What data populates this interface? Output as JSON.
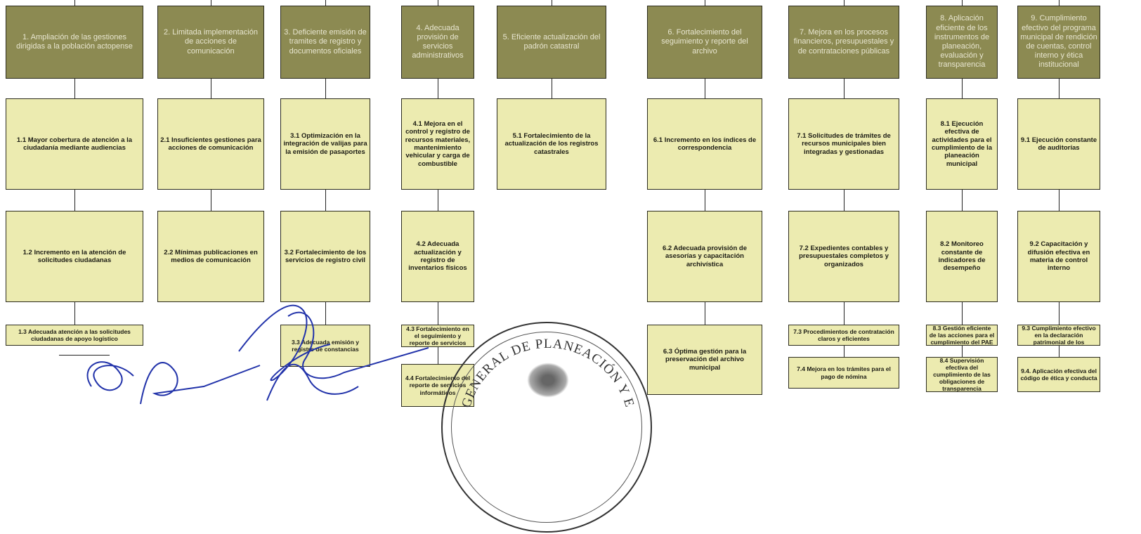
{
  "columns": [
    {
      "id": "c1",
      "title": "1. Ampliación de las gestiones dirigidas a la población actopense",
      "items": [
        "1.1 Mayor cobertura de atención a la ciudadanía mediante audiencias",
        "1.2 Incremento en la atención de solicitudes ciudadanas",
        "1.3 Adecuada atención a las solicitudes ciudadanas de apoyo logístico"
      ]
    },
    {
      "id": "c2",
      "title": "2. Limitada implementación de acciones de comunicación",
      "items": [
        "2.1 Insuficientes gestiones para acciones de comunicación",
        "2.2 Mínimas publicaciones en medios de comunicación"
      ]
    },
    {
      "id": "c3",
      "title": "3. Deficiente emisión de tramites de registro y documentos oficiales",
      "items": [
        "3.1 Optimización en la integración de valijas para la emisión de pasaportes",
        "3.2 Fortalecimiento de los servicios de registro civil",
        "3.3 Adecuada emisión y registro de constancias"
      ]
    },
    {
      "id": "c4",
      "title": "4. Adecuada provisión de servicios administrativos",
      "items": [
        "4.1 Mejora en el control y registro de recursos materiales, mantenimiento vehicular y carga de combustible",
        "4.2 Adecuada actualización y registro de inventarios físicos",
        "4.3 Fortalecimiento en el seguimiento y reporte de servicios",
        "4.4 Fortalecimiento del reporte de servicios informáticos"
      ]
    },
    {
      "id": "c5",
      "title": "5. Eficiente actualización del padrón catastral",
      "items": [
        "5.1 Fortalecimiento de la actualización de los registros catastrales"
      ]
    },
    {
      "id": "c6",
      "title": "6. Fortalecimiento del seguimiento y reporte del archivo",
      "items": [
        "6.1 Incremento en los índices de correspondencia",
        "6.2 Adecuada provisión de asesorías y capacitación archivística",
        "6.3 Óptima gestión para la preservación del archivo municipal"
      ]
    },
    {
      "id": "c7",
      "title": "7. Mejora en los procesos financieros, presupuestales y de contrataciones públicas",
      "items": [
        "7.1 Solicitudes de trámites de recursos municipales bien integradas y gestionadas",
        "7.2 Expedientes contables y presupuestales completos y organizados",
        "7.3 Procedimientos de contratación claros y eficientes",
        "7.4 Mejora en los trámites para el pago de nómina"
      ]
    },
    {
      "id": "c8",
      "title": "8. Aplicación eficiente de los instrumentos de planeación, evaluación y transparencia",
      "items": [
        "8.1 Ejecución efectiva de actividades para el cumplimiento de la planeación municipal",
        "8.2 Monitoreo constante de indicadores de desempeño",
        "8.3 Gestión eficiente de las acciones para el cumplimiento del PAE",
        "8.4 Supervisión efectiva del cumplimiento de las obligaciones de transparencia"
      ]
    },
    {
      "id": "c9",
      "title": "9. Cumplimiento efectivo del programa municipal de rendición de cuentas, control interno y ética institucional",
      "items": [
        "9.1 Ejecución constante de auditorías",
        "9.2 Capacitación y difusión efectiva en materia de control interno",
        "9.3 Cumplimiento efectivo en la declaración patrimonial de los",
        "9.4. Aplicación efectiva del código de ética y conducta"
      ]
    }
  ],
  "stamp": {
    "text": "GENERAL DE PLANEACIÓN Y E"
  },
  "colors": {
    "goal_bg": "#8c8a52",
    "item_bg": "#ecebb0",
    "line": "#222222",
    "ink": "#2233aa"
  }
}
